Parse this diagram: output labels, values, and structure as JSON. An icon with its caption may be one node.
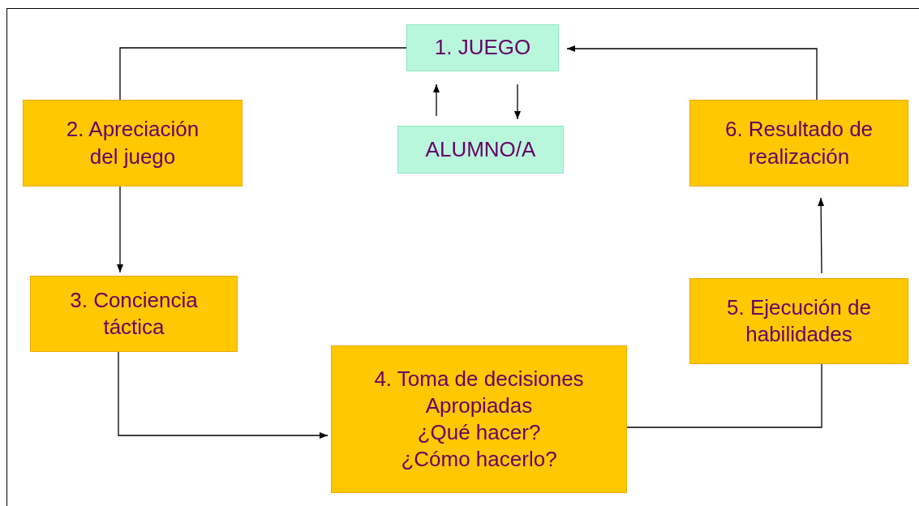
{
  "diagram": {
    "nodes": [
      {
        "text": [
          "1. JUEGO"
        ]
      },
      {
        "text": [
          "ALUMNO/A"
        ]
      },
      {
        "text": [
          "2. Apreciación del juego"
        ]
      },
      {
        "text": [
          "3. Conciencia táctica"
        ]
      },
      {
        "text": [
          "4. Toma de decisiones Apropiadas",
          "¿Qué hacer?",
          "¿Cómo hacerlo?"
        ]
      },
      {
        "text": [
          "5. Ejecución de habilidades"
        ]
      },
      {
        "text": [
          "6. Resultado de realización"
        ]
      }
    ],
    "edges": [
      {
        "from": 0,
        "to": 2,
        "arrow": "none"
      },
      {
        "from": 2,
        "to": 3,
        "arrow": "to"
      },
      {
        "from": 3,
        "to": 4,
        "arrow": "to"
      },
      {
        "from": 4,
        "to": 5,
        "arrow": "none"
      },
      {
        "from": 5,
        "to": 6,
        "arrow": "to"
      },
      {
        "from": 6,
        "to": 0,
        "arrow": "to"
      },
      {
        "from": 1,
        "to": 0,
        "arrow": "to"
      },
      {
        "from": 0,
        "to": 1,
        "arrow": "to"
      }
    ]
  }
}
